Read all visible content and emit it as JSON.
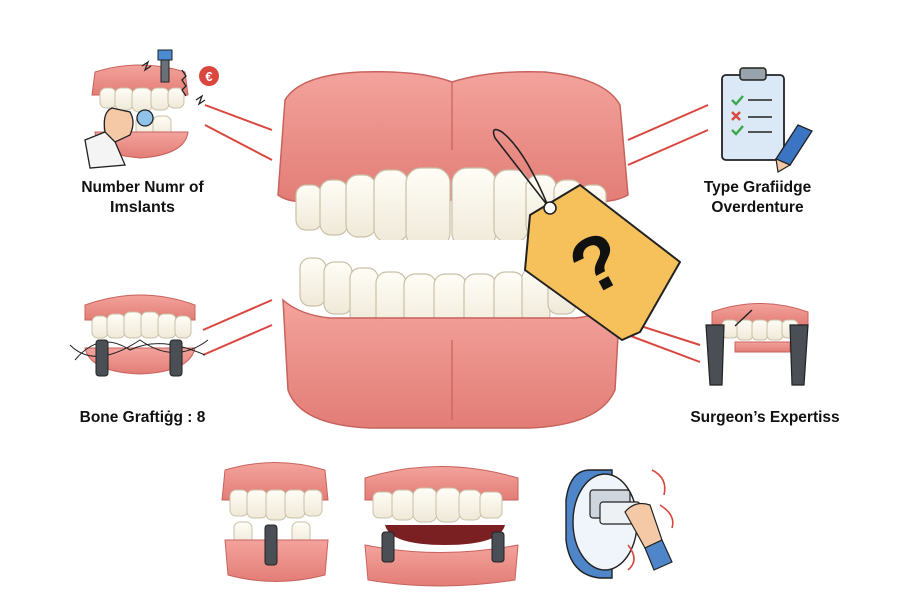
{
  "labels": {
    "number_of_implants": [
      "Number  Numr of",
      "Imslants"
    ],
    "type": [
      "Type Grafiidge",
      "Overdenture"
    ],
    "bone_grafting": "Bone Graftiġg : 8",
    "surgeons_expertise": "Surgeon’s Expertiss"
  },
  "tag": {
    "symbol": "?"
  },
  "badge": {
    "symbol": "€"
  },
  "colors": {
    "gum": "#ee8f88",
    "gum_dark": "#d9726c",
    "tooth": "#fbf8ee",
    "tag": "#f6c15a",
    "connector": "#d9473f",
    "metal": "#4a4f55",
    "check": "#3aa84a",
    "cross": "#d9473f",
    "clipboard": "#dbe8f5"
  },
  "icons": [
    "price-tag-icon",
    "question-mark-icon",
    "clipboard-checklist-icon",
    "pencil-icon",
    "dental-implant-icon",
    "euro-badge-icon",
    "hand-icon",
    "card-icon"
  ]
}
